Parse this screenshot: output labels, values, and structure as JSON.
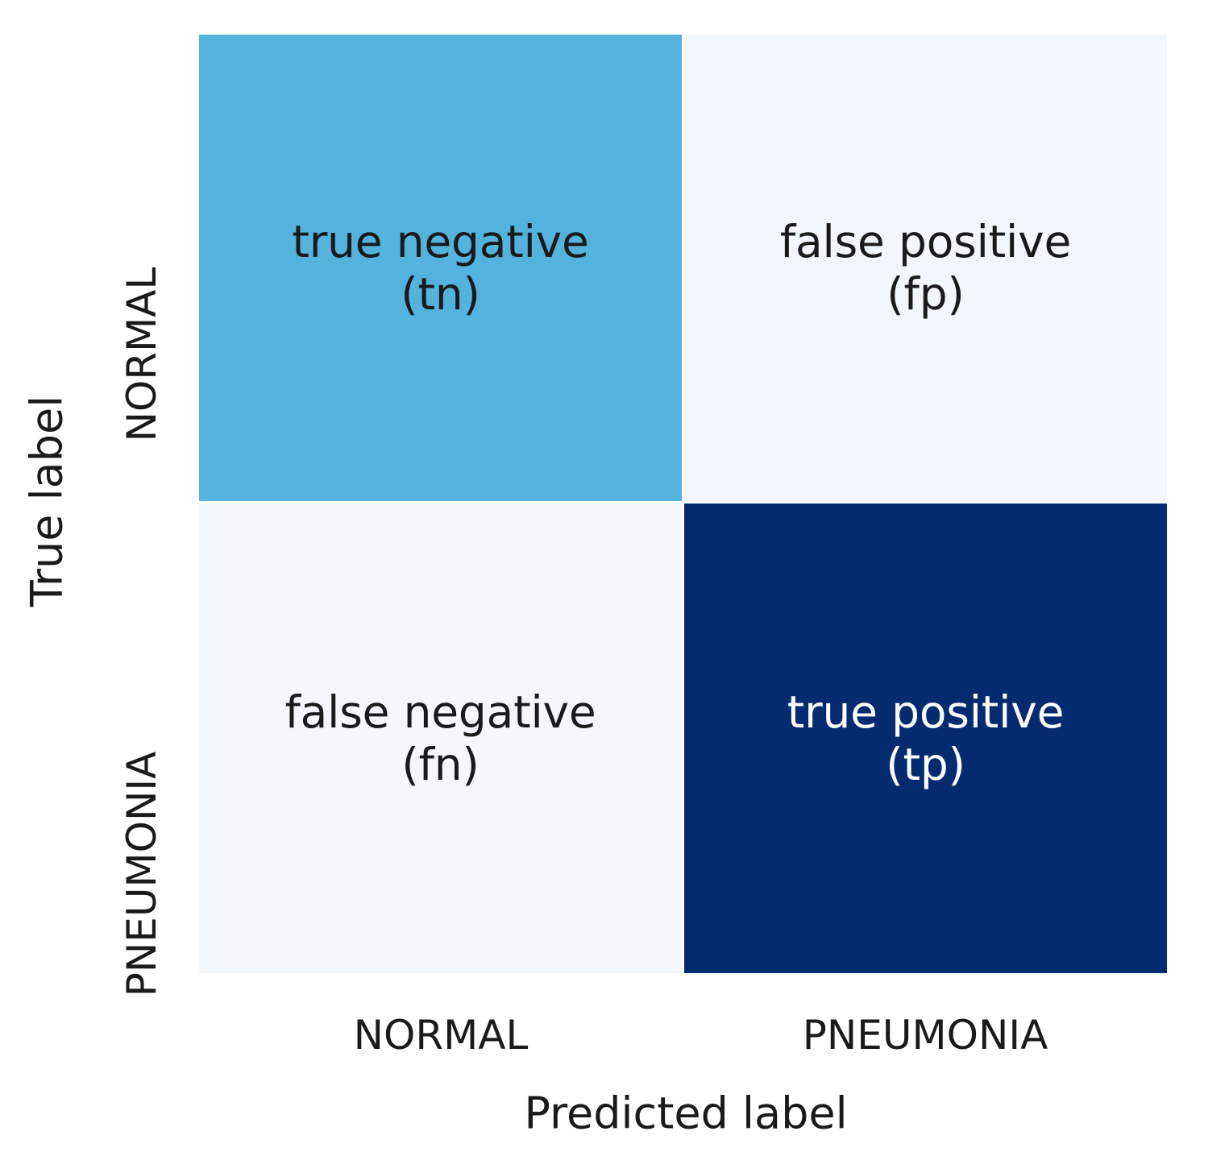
{
  "chart_data": {
    "type": "heatmap",
    "title": "",
    "subtitle": "",
    "xlabel": "Predicted label",
    "ylabel": "True label",
    "x_tick_labels": [
      "NORMAL",
      "PNEUMONIA"
    ],
    "y_tick_labels": [
      "NORMAL",
      "PNEUMONIA"
    ],
    "grid": false,
    "legend": "none",
    "colormap": "Blues",
    "cells": [
      {
        "row": "NORMAL",
        "col": "NORMAL",
        "label": "true negative\n(tn)",
        "name": "true negative",
        "abbr": "tn",
        "bg": "#53b3dd",
        "fg": "#1a1a1a"
      },
      {
        "row": "NORMAL",
        "col": "PNEUMONIA",
        "label": "false positive\n(fp)",
        "name": "false positive",
        "abbr": "fp",
        "bg": "#f1f7fd",
        "fg": "#1a1a1a"
      },
      {
        "row": "PNEUMONIA",
        "col": "NORMAL",
        "label": "false negative\n(fn)",
        "name": "false negative",
        "abbr": "fn",
        "bg": "#f4f8fd",
        "fg": "#1a1a1a"
      },
      {
        "row": "PNEUMONIA",
        "col": "PNEUMONIA",
        "label": "true positive\n(tp)",
        "name": "true positive",
        "abbr": "tp",
        "bg": "#042b6f",
        "fg": "#ffffff"
      }
    ]
  },
  "axes": {
    "y_title": "True label",
    "x_title": "Predicted label",
    "y_ticks": {
      "normal": "NORMAL",
      "pneumonia": "PNEUMONIA"
    },
    "x_ticks": {
      "normal": "NORMAL",
      "pneumonia": "PNEUMONIA"
    }
  },
  "colors": {
    "true_negative": "#53b3dd",
    "false_positive": "#f1f7fd",
    "false_negative": "#f4f8fd",
    "true_positive": "#042b6f",
    "background": "#ffffff",
    "text": "#1a1a1a",
    "text_inverse": "#ffffff"
  }
}
